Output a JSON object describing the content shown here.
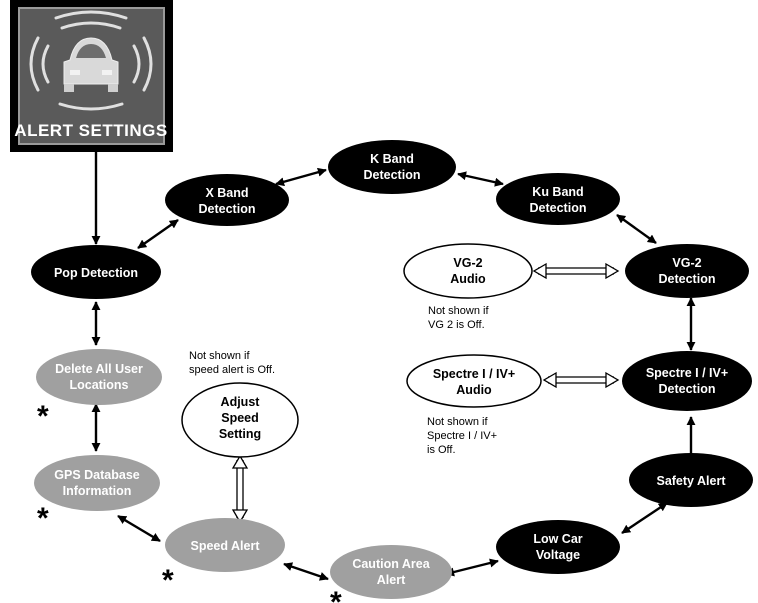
{
  "logo": {
    "label": "ALERT SETTINGS"
  },
  "nodes": {
    "k_band": {
      "line1": "K Band",
      "line2": "Detection"
    },
    "x_band": {
      "line1": "X Band",
      "line2": "Detection"
    },
    "ku_band": {
      "line1": "Ku Band",
      "line2": "Detection"
    },
    "pop": {
      "line1": "Pop Detection"
    },
    "vg2_audio": {
      "line1": "VG-2",
      "line2": "Audio"
    },
    "vg2_detection": {
      "line1": "VG-2",
      "line2": "Detection"
    },
    "delete_locations": {
      "line1": "Delete All User",
      "line2": "Locations"
    },
    "adjust_speed": {
      "line1": "Adjust",
      "line2": "Speed",
      "line3": "Setting"
    },
    "spectre_audio": {
      "line1": "Spectre I / IV+",
      "line2": "Audio"
    },
    "spectre_detection": {
      "line1": "Spectre I / IV+",
      "line2": "Detection"
    },
    "gps_database": {
      "line1": "GPS Database",
      "line2": "Information"
    },
    "safety_alert": {
      "line1": "Safety Alert"
    },
    "speed_alert": {
      "line1": "Speed Alert"
    },
    "low_voltage": {
      "line1": "Low Car",
      "line2": "Voltage"
    },
    "caution_area": {
      "line1": "Caution Area",
      "line2": "Alert"
    }
  },
  "notes": {
    "vg2": {
      "line1": "Not shown if",
      "line2": "VG 2 is Off."
    },
    "speed": {
      "line1": "Not shown if",
      "line2": "speed alert is Off."
    },
    "spectre": {
      "line1": "Not shown if",
      "line2": "Spectre I / IV+",
      "line3": "is Off."
    }
  },
  "asterisk": "*",
  "colors": {
    "black_node": "#000000",
    "gray_node": "#a0a0a0",
    "white_node": "#ffffff"
  }
}
